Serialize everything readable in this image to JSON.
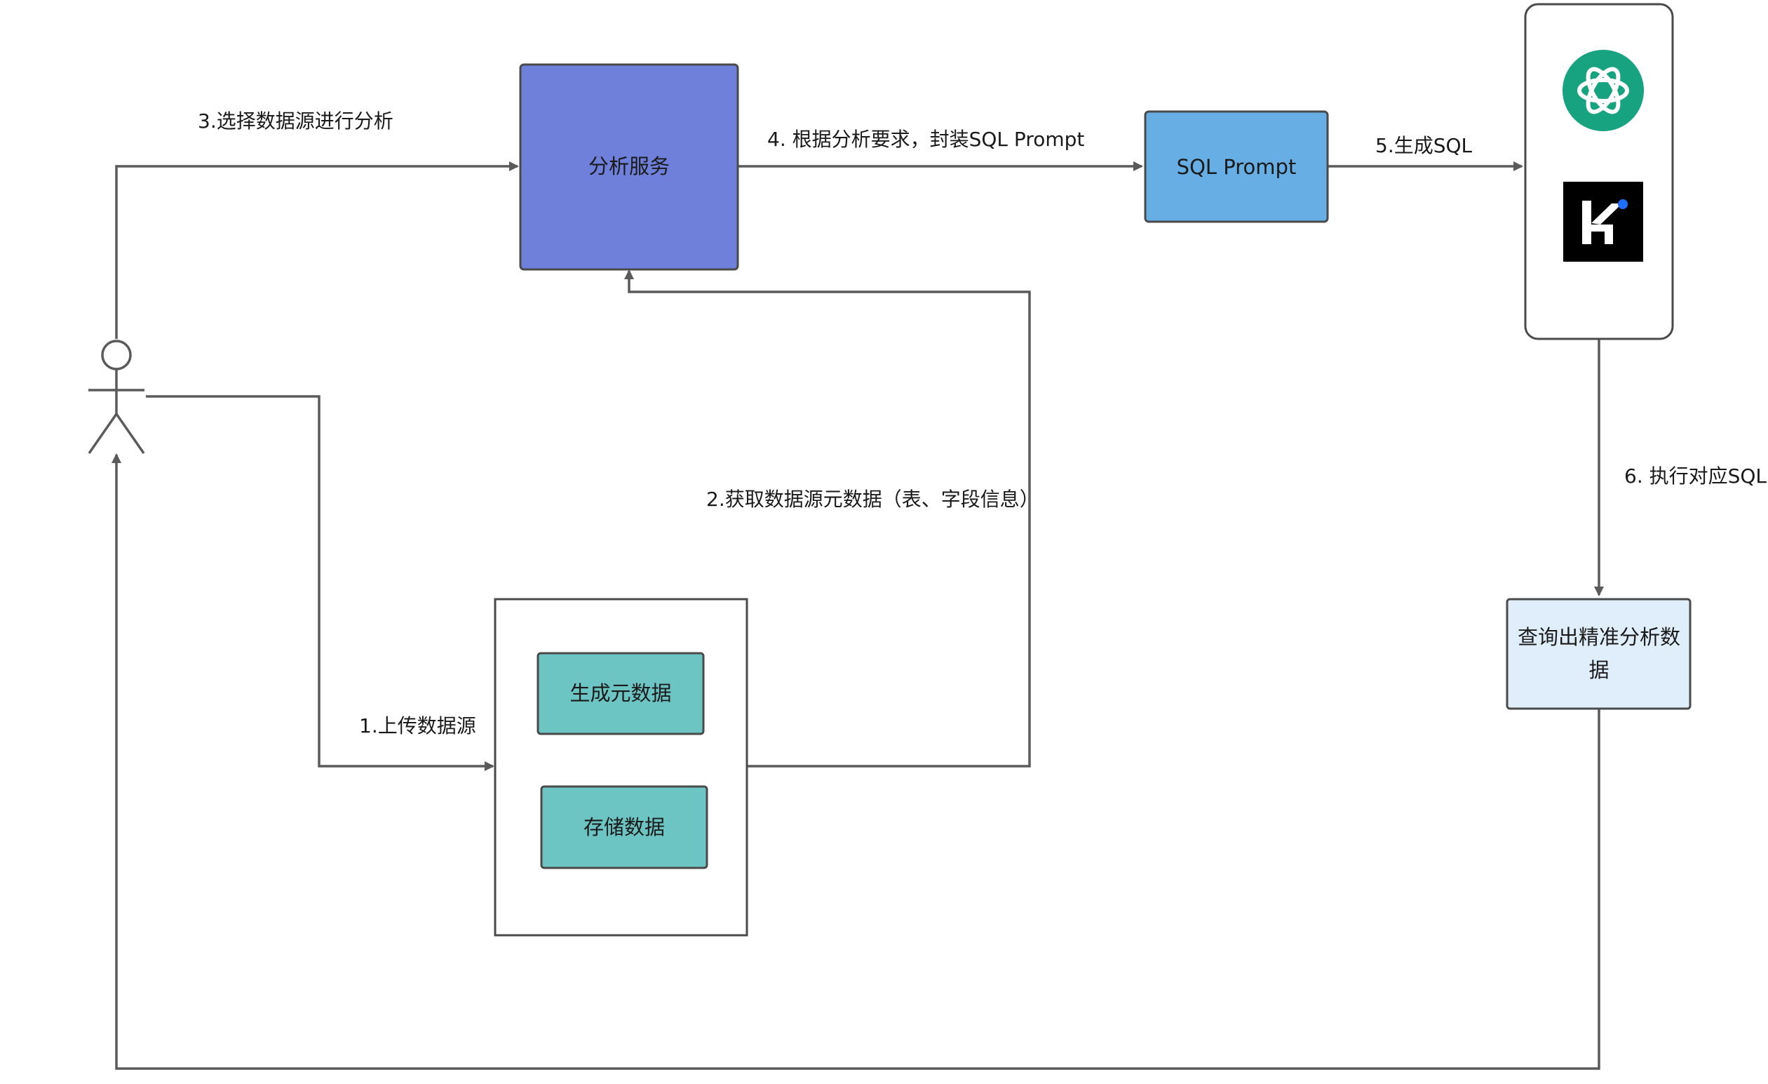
{
  "nodes": {
    "actor": {
      "label": ""
    },
    "analysis_service": {
      "label": "分析服务",
      "fill": "#6f80db"
    },
    "sql_prompt": {
      "label": "SQL Prompt",
      "fill": "#66aee3"
    },
    "llm_panel": {
      "icons": [
        "openai-icon",
        "kimi-icon"
      ],
      "openai_color": "#17a37f",
      "kimi_color": "#000000",
      "kimi_dot": "#1f6fff"
    },
    "query_result": {
      "line1": "查询出精准分析数",
      "line2": "据",
      "fill": "#dfeefa"
    },
    "data_container": {
      "label": ""
    },
    "generate_metadata": {
      "label": "生成元数据",
      "fill": "#6cc4c3"
    },
    "store_data": {
      "label": "存储数据",
      "fill": "#6cc4c3"
    }
  },
  "edges": {
    "step1": "1.上传数据源",
    "step2": "2.获取数据源元数据（表、字段信息）",
    "step3": "3.选择数据源进行分析",
    "step4": "4. 根据分析要求，封装SQL Prompt",
    "step5": "5.生成SQL",
    "step6": "6. 执行对应SQL"
  },
  "colors": {
    "edge": "#5a5a5a",
    "border": "#4a4a4a"
  }
}
